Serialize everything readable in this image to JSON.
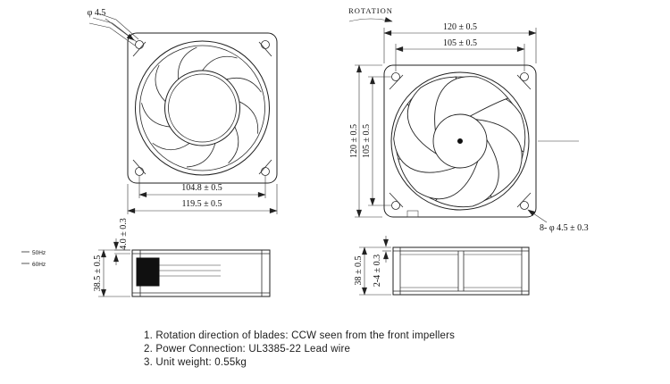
{
  "front_view": {
    "hole_callout": "φ 4.5",
    "dim_holes": "104.8 ± 0.5",
    "dim_frame": "119.5 ± 0.5"
  },
  "rear_view": {
    "rotation_label": "ROTATION",
    "dim_frame_width": "120 ± 0.5",
    "dim_holes_width": "105 ± 0.5",
    "dim_frame_height": "120 ± 0.5",
    "dim_holes_height": "105 ± 0.5",
    "holes_callout": "8- φ 4.5 ± 0.3"
  },
  "side_view_front": {
    "dim_depth": "38.5 ± 0.5",
    "dim_flange": "4.0 ± 0.3",
    "legend": [
      "50Hz",
      "60Hz"
    ]
  },
  "side_view_rear": {
    "dim_depth": "38 ± 0.5",
    "dim_flange": "2-4 ± 0.3"
  },
  "notes": [
    "1. Rotation direction of blades: CCW seen from the front impellers",
    "2. Power Connection: UL3385-22 Lead wire",
    "3. Unit weight: 0.55kg"
  ]
}
